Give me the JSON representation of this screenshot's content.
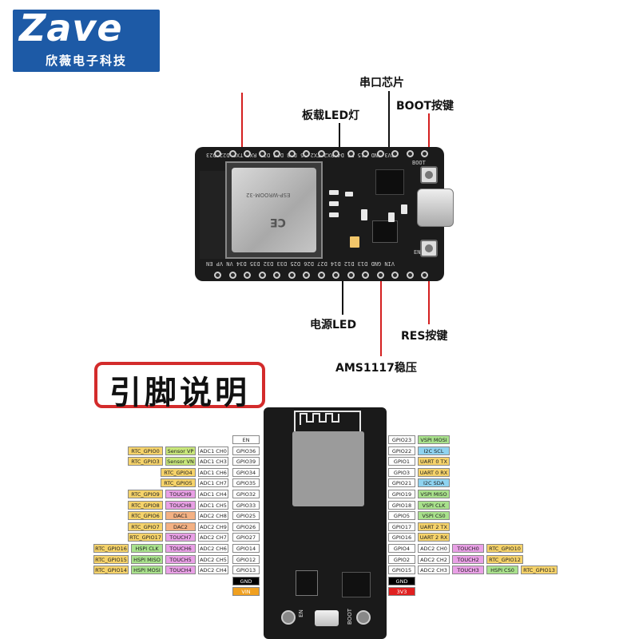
{
  "brand": {
    "name": "Zave",
    "subtitle": "欣薇电子科技"
  },
  "callouts": {
    "serial_chip": "串口芯片",
    "boot_button": "BOOT按键",
    "onboard_led": "板载LED灯",
    "power_led": "电源LED",
    "reset_button": "RES按键",
    "regulator": "AMS1117稳压"
  },
  "board_silk": {
    "top_row": "3V3 GND D15 D2 D4 RX2 TX2 D5 D18 D19 D21 RX0 TX0 D22 D23",
    "bottom_row": "VIN GND D13 D12 D14 D27 D26 D25 D33 D32 D35 D34 VN VP EN",
    "boot": "BOOT",
    "en": "EN"
  },
  "section_title": "引脚说明",
  "pin_board": {
    "en": "EN",
    "boot": "BOOT"
  },
  "left_pins": [
    {
      "tags": [],
      "pin": "EN"
    },
    {
      "tags": [
        "RTC_GPIO0",
        "Sensor VP",
        "ADC1 CH0"
      ],
      "pin": "GPIO36"
    },
    {
      "tags": [
        "RTC_GPIO3",
        "Sensor VN",
        "ADC1 CH3"
      ],
      "pin": "GPIO39"
    },
    {
      "tags": [
        "RTC_GPIO4",
        "ADC1 CH6"
      ],
      "pin": "GPIO34"
    },
    {
      "tags": [
        "RTC_GPIO5",
        "ADC1 CH7"
      ],
      "pin": "GPIO35"
    },
    {
      "tags": [
        "RTC_GPIO9",
        "TOUCH9",
        "ADC1 CH4"
      ],
      "pin": "GPIO32"
    },
    {
      "tags": [
        "RTC_GPIO8",
        "TOUCH8",
        "ADC1 CH5"
      ],
      "pin": "GPIO33"
    },
    {
      "tags": [
        "RTC_GPIO6",
        "DAC1",
        "ADC2 CH8"
      ],
      "pin": "GPIO25"
    },
    {
      "tags": [
        "RTC_GPIO7",
        "DAC2",
        "ADC2 CH9"
      ],
      "pin": "GPIO26"
    },
    {
      "tags": [
        "RTC_GPIO17",
        "TOUCH7",
        "ADC2 CH7"
      ],
      "pin": "GPIO27"
    },
    {
      "tags": [
        "RTC_GPIO16",
        "HSPI CLK",
        "TOUCH6",
        "ADC2 CH6"
      ],
      "pin": "GPIO14"
    },
    {
      "tags": [
        "RTC_GPIO15",
        "HSPI MISO",
        "TOUCH5",
        "ADC2 CH5"
      ],
      "pin": "GPIO12"
    },
    {
      "tags": [
        "RTC_GPIO14",
        "HSPI MOSI",
        "TOUCH4",
        "ADC2 CH4"
      ],
      "pin": "GPIO13"
    },
    {
      "tags": [],
      "pin": "GND"
    },
    {
      "tags": [],
      "pin": "VIN"
    }
  ],
  "right_pins": [
    {
      "pin": "GPIO23",
      "tags": [
        "VSPI MOSI"
      ]
    },
    {
      "pin": "GPIO22",
      "tags": [
        "I2C SCL"
      ]
    },
    {
      "pin": "GPIO1",
      "tags": [
        "UART 0 TX"
      ]
    },
    {
      "pin": "GPIO3",
      "tags": [
        "UART 0 RX"
      ]
    },
    {
      "pin": "GPIO21",
      "tags": [
        "I2C SDA"
      ]
    },
    {
      "pin": "GPIO19",
      "tags": [
        "VSPI MISO"
      ]
    },
    {
      "pin": "GPIO18",
      "tags": [
        "VSPI CLK"
      ]
    },
    {
      "pin": "GPIO5",
      "tags": [
        "VSPI CS0"
      ]
    },
    {
      "pin": "GPIO17",
      "tags": [
        "UART 2 TX"
      ]
    },
    {
      "pin": "GPIO16",
      "tags": [
        "UART 2 RX"
      ]
    },
    {
      "pin": "GPIO4",
      "tags": [
        "ADC2 CH0",
        "TOUCH0",
        "RTC_GPIO10"
      ]
    },
    {
      "pin": "GPIO2",
      "tags": [
        "ADC2 CH2",
        "TOUCH2",
        "RTC_GPIO12"
      ]
    },
    {
      "pin": "GPIO15",
      "tags": [
        "ADC2 CH3",
        "TOUCH3",
        "HSPI CS0",
        "RTC_GPIO13"
      ]
    },
    {
      "pin": "GND",
      "tags": []
    },
    {
      "pin": "3V3",
      "tags": []
    }
  ],
  "tag_colors": {
    "rtc": "#f6d36a",
    "sensor": "#c8e67a",
    "adc": "#ffffff",
    "touch": "#e9a0e6",
    "dac": "#f4b183",
    "hspi": "#a9e28c",
    "vspi": "#a9e28c",
    "uart": "#f6d36a",
    "i2c": "#8fd3f0",
    "gpio": "#ffffff",
    "gnd": "#000000",
    "vin": "#f0a020",
    "v33": "#e02020"
  }
}
